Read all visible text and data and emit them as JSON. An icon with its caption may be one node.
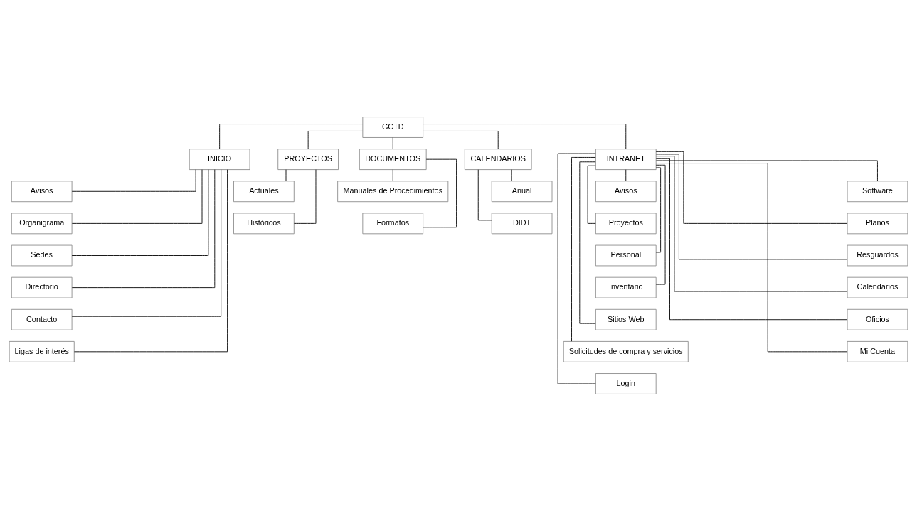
{
  "diagram": {
    "nodes": [
      {
        "text": [
          "GCTD"
        ]
      },
      {
        "text": [
          "INICIO"
        ]
      },
      {
        "text": [
          "PROYECTOS"
        ]
      },
      {
        "text": [
          "DOCUMENTOS"
        ]
      },
      {
        "text": [
          "CALENDARIOS"
        ]
      },
      {
        "text": [
          "INTRANET"
        ]
      },
      {
        "text": [
          "Avisos"
        ]
      },
      {
        "text": [
          "Organigrama"
        ]
      },
      {
        "text": [
          "Sedes"
        ]
      },
      {
        "text": [
          "Directorio"
        ]
      },
      {
        "text": [
          "Contacto"
        ]
      },
      {
        "text": [
          "Ligas de interés"
        ]
      },
      {
        "text": [
          "Actuales"
        ]
      },
      {
        "text": [
          "Históricos"
        ]
      },
      {
        "text": [
          "Manuales de Procedimientos"
        ]
      },
      {
        "text": [
          "Formatos"
        ]
      },
      {
        "text": [
          "Anual"
        ]
      },
      {
        "text": [
          "DIDT"
        ]
      },
      {
        "text": [
          "Avisos"
        ]
      },
      {
        "text": [
          "Proyectos"
        ]
      },
      {
        "text": [
          "Personal"
        ]
      },
      {
        "text": [
          "Inventario"
        ]
      },
      {
        "text": [
          "Sitios Web"
        ]
      },
      {
        "text": [
          "Solicitudes de compra y servicios"
        ]
      },
      {
        "text": [
          "Login"
        ]
      },
      {
        "text": [
          "Software"
        ]
      },
      {
        "text": [
          "Planos"
        ]
      },
      {
        "text": [
          "Resguardos"
        ]
      },
      {
        "text": [
          "Calendarios"
        ]
      },
      {
        "text": [
          "Oficios"
        ]
      },
      {
        "text": [
          "Mi Cuenta"
        ]
      }
    ],
    "edges": [
      {
        "from": 0,
        "to": 1,
        "arrow": "none"
      },
      {
        "from": 0,
        "to": 2,
        "arrow": "none"
      },
      {
        "from": 0,
        "to": 3,
        "arrow": "none"
      },
      {
        "from": 0,
        "to": 4,
        "arrow": "none"
      },
      {
        "from": 0,
        "to": 5,
        "arrow": "none"
      },
      {
        "from": 1,
        "to": 6,
        "arrow": "none"
      },
      {
        "from": 1,
        "to": 7,
        "arrow": "none"
      },
      {
        "from": 1,
        "to": 8,
        "arrow": "none"
      },
      {
        "from": 1,
        "to": 9,
        "arrow": "none"
      },
      {
        "from": 1,
        "to": 10,
        "arrow": "none"
      },
      {
        "from": 1,
        "to": 11,
        "arrow": "none"
      },
      {
        "from": 2,
        "to": 12,
        "arrow": "none"
      },
      {
        "from": 2,
        "to": 13,
        "arrow": "none"
      },
      {
        "from": 3,
        "to": 14,
        "arrow": "none"
      },
      {
        "from": 3,
        "to": 15,
        "arrow": "none"
      },
      {
        "from": 4,
        "to": 16,
        "arrow": "none"
      },
      {
        "from": 4,
        "to": 17,
        "arrow": "none"
      },
      {
        "from": 5,
        "to": 18,
        "arrow": "none"
      },
      {
        "from": 5,
        "to": 19,
        "arrow": "none"
      },
      {
        "from": 5,
        "to": 20,
        "arrow": "none"
      },
      {
        "from": 5,
        "to": 21,
        "arrow": "none"
      },
      {
        "from": 5,
        "to": 22,
        "arrow": "none"
      },
      {
        "from": 5,
        "to": 23,
        "arrow": "none"
      },
      {
        "from": 5,
        "to": 24,
        "arrow": "none"
      },
      {
        "from": 5,
        "to": 25,
        "arrow": "none"
      },
      {
        "from": 5,
        "to": 26,
        "arrow": "none"
      },
      {
        "from": 5,
        "to": 27,
        "arrow": "none"
      },
      {
        "from": 5,
        "to": 28,
        "arrow": "none"
      },
      {
        "from": 5,
        "to": 29,
        "arrow": "none"
      },
      {
        "from": 5,
        "to": 30,
        "arrow": "none"
      }
    ]
  }
}
